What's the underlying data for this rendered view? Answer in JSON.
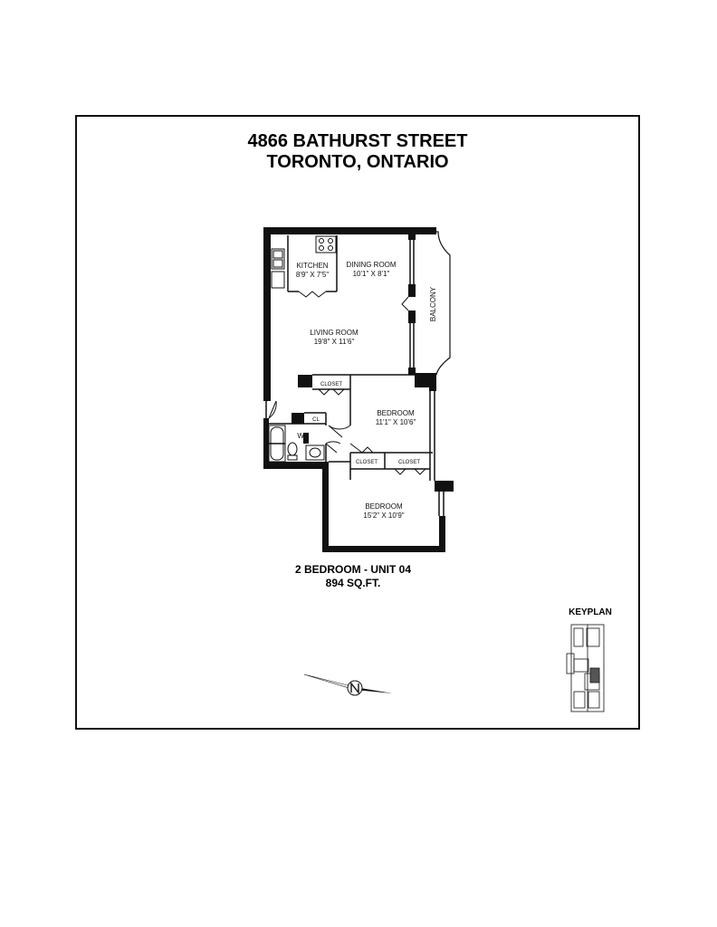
{
  "header": {
    "line1": "4866 BATHURST STREET",
    "line2": "TORONTO, ONTARIO"
  },
  "rooms": {
    "kitchen": {
      "name": "KITCHEN",
      "dims": "8'9\" X 7'5\""
    },
    "dining": {
      "name": "DINING ROOM",
      "dims": "10'1\" X 8'1\""
    },
    "living": {
      "name": "LIVING ROOM",
      "dims": "19'8\" X 11'6\""
    },
    "bedroom1": {
      "name": "BEDROOM",
      "dims": "11'1\" X 10'6\""
    },
    "bedroom2": {
      "name": "BEDROOM",
      "dims": "15'2\" X 10'9\""
    },
    "balcony": "BALCONY",
    "closet_top": "CLOSET",
    "closet_left": "CLOSET",
    "closet_right": "CLOSET",
    "cl": "CL",
    "wr": "WR"
  },
  "unit": {
    "type": "2 BEDROOM - UNIT 04",
    "area": "894 SQ.FT."
  },
  "keyplan": {
    "label": "KEYPLAN"
  }
}
